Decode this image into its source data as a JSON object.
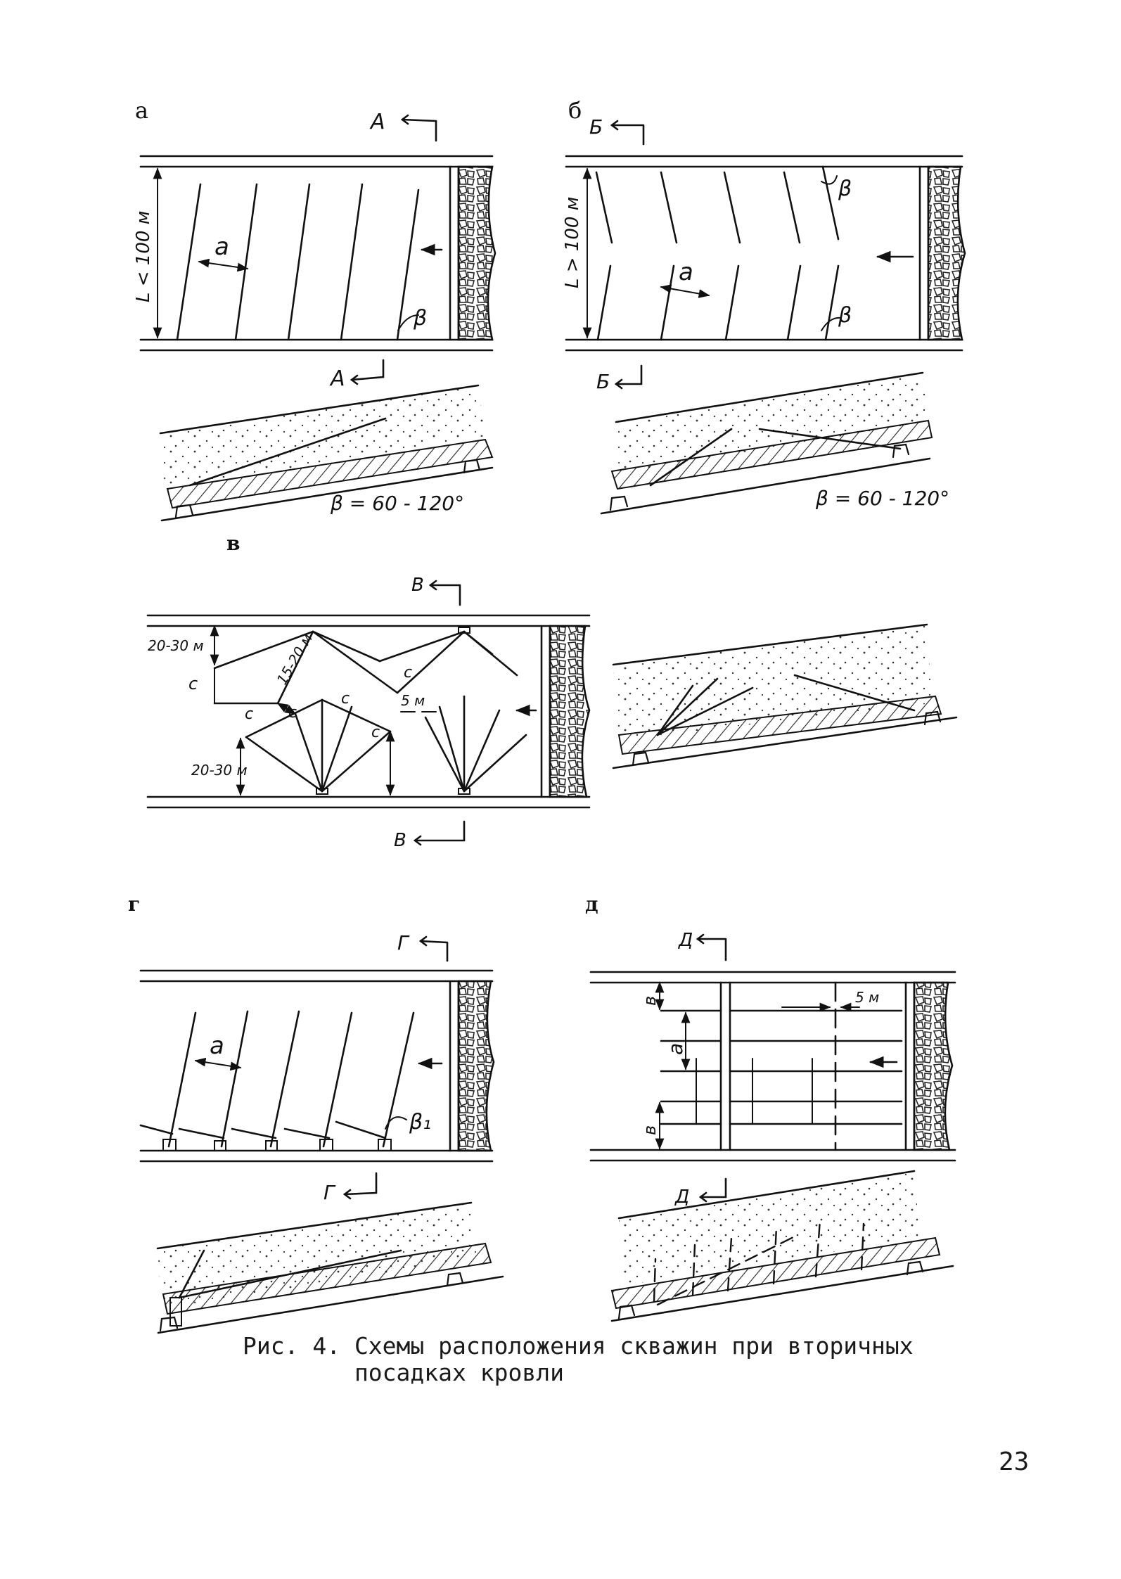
{
  "panels": {
    "a": {
      "letter": "а",
      "section_top": "А",
      "section_bottom": "А",
      "length": "L < 100 м",
      "spacing": "a",
      "angle": "β",
      "angle_range": "β = 60 - 120°"
    },
    "b": {
      "letter": "б",
      "section_top": "Б",
      "section_bottom": "Б",
      "length": "L > 100 м",
      "spacing": "a",
      "angle": "β",
      "angle_range": "β = 60 - 120°"
    },
    "v": {
      "letter": "в",
      "section_top": "В",
      "section_bottom": "В",
      "dim_top": "20-30 м",
      "dim_c": "с",
      "dim_mid": "15-20 м",
      "dim_5": "5 м",
      "dim_bottom": "20-30 м"
    },
    "g": {
      "letter": "г",
      "section_top": "Г",
      "section_bottom": "Г",
      "spacing": "a",
      "angle": "β₁"
    },
    "d": {
      "letter": "д",
      "section_top": "Д",
      "section_bottom": "Д",
      "dim_b": "в",
      "dim_a": "a",
      "dim_5": "5 м"
    }
  },
  "caption": {
    "line1": "Рис. 4. Схемы расположения скважин при вторичных",
    "line2": "        посадках кровли"
  },
  "page_number": "23"
}
